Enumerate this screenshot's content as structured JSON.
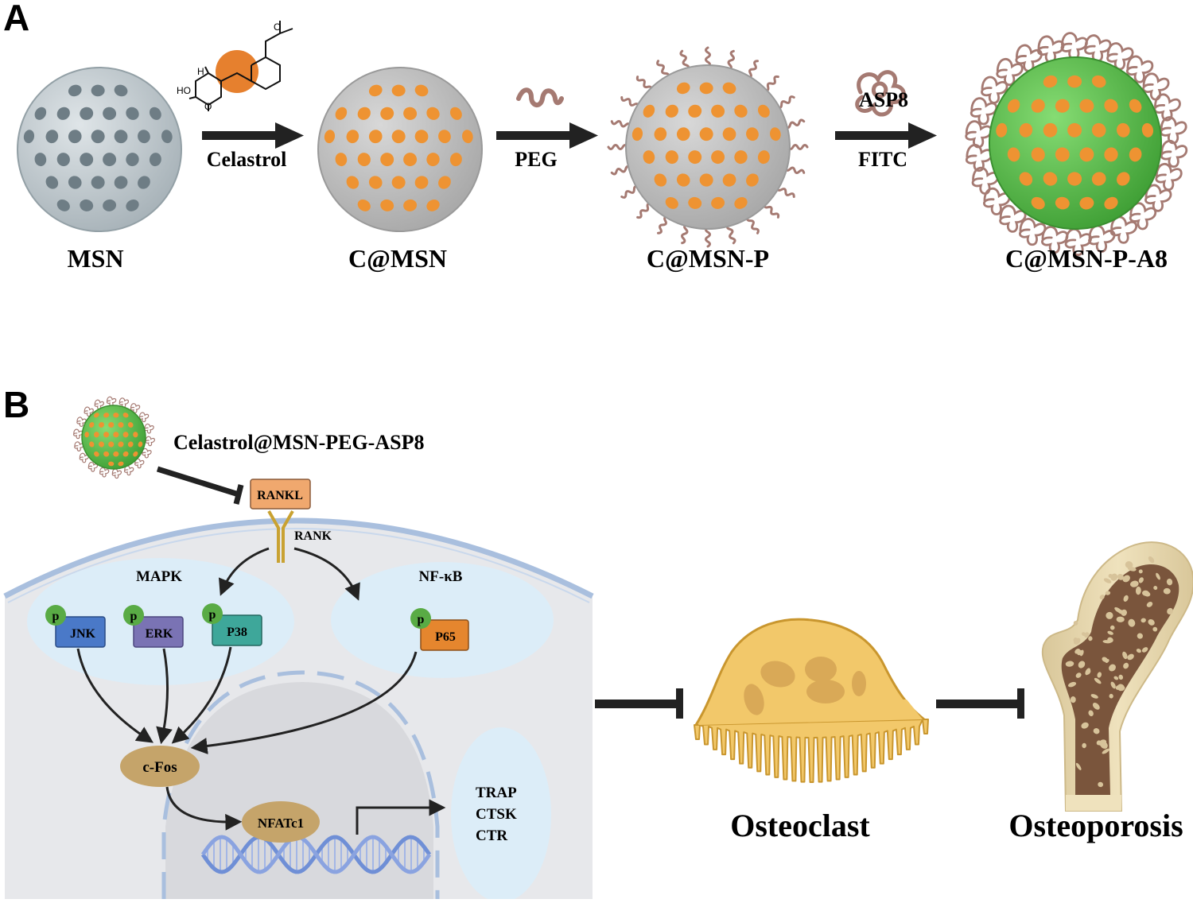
{
  "panels": {
    "a": "A",
    "b": "B"
  },
  "scheme": {
    "particles": [
      "MSN",
      "C@MSN",
      "C@MSN-P",
      "C@MSN-P-A8"
    ],
    "steps": {
      "celastrol": "Celastrol",
      "peg": "PEG",
      "asp8": "ASP8",
      "fitc": "FITC"
    },
    "molecule_atoms": {
      "h": "H",
      "ho": "HO",
      "o1": "O",
      "o2": "O"
    }
  },
  "pathway": {
    "drug": "Celastrol@MSN-PEG-ASP8",
    "ligand": "RANKL",
    "receptor": "RANK",
    "groups": {
      "mapk": "MAPK",
      "nfkb": "NF-κB"
    },
    "phospho": "p",
    "kinases": [
      "JNK",
      "ERK",
      "P38",
      "P65"
    ],
    "tf1": "c-Fos",
    "tf2": "NFATc1",
    "genes": [
      "TRAP",
      "CTSK",
      "CTR"
    ],
    "outcomes": {
      "cell": "Osteoclast",
      "disease": "Osteoporosis"
    }
  },
  "colors": {
    "msn": "#b8c2c7",
    "pore_gray": "#6e7d85",
    "pore_orange": "#ee9332",
    "particle_gray": "#bdbdbd",
    "particle_green": "#5cc24a",
    "peg": "#a57a72",
    "rankl": "#f0a86e",
    "jnk": "#4a79c8",
    "erk": "#7a73b4",
    "p38": "#3ea79a",
    "p65": "#e5862e",
    "phospho": "#59ab45",
    "cfos": "#c5a46a",
    "osteoclast": "#f2c86a",
    "bone": "#e6d6ad",
    "cell": "#e7e8eb",
    "cluster": "#dcedf8"
  }
}
